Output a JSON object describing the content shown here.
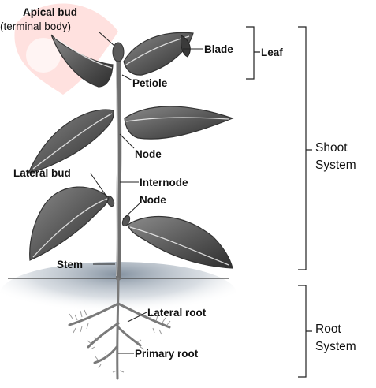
{
  "labels": {
    "apical_bud": "Apical bud",
    "terminal_body": "(terminal body)",
    "blade": "Blade",
    "leaf": "Leaf",
    "petiole": "Petiole",
    "node_upper": "Node",
    "lateral_bud": "Lateral bud",
    "internode": "Internode",
    "node_lower": "Node",
    "stem": "Stem",
    "lateral_root": "Lateral root",
    "primary_root": "Primary root"
  },
  "systems": {
    "shoot_line1": "Shoot",
    "shoot_line2": "System",
    "root_line1": "Root",
    "root_line2": "System"
  },
  "colors": {
    "leaf_dark": "#3a3a3a",
    "leaf_light": "#9a9a9a",
    "soil_shadow": "#7c8a99",
    "watermark": "#ff3b2f"
  }
}
